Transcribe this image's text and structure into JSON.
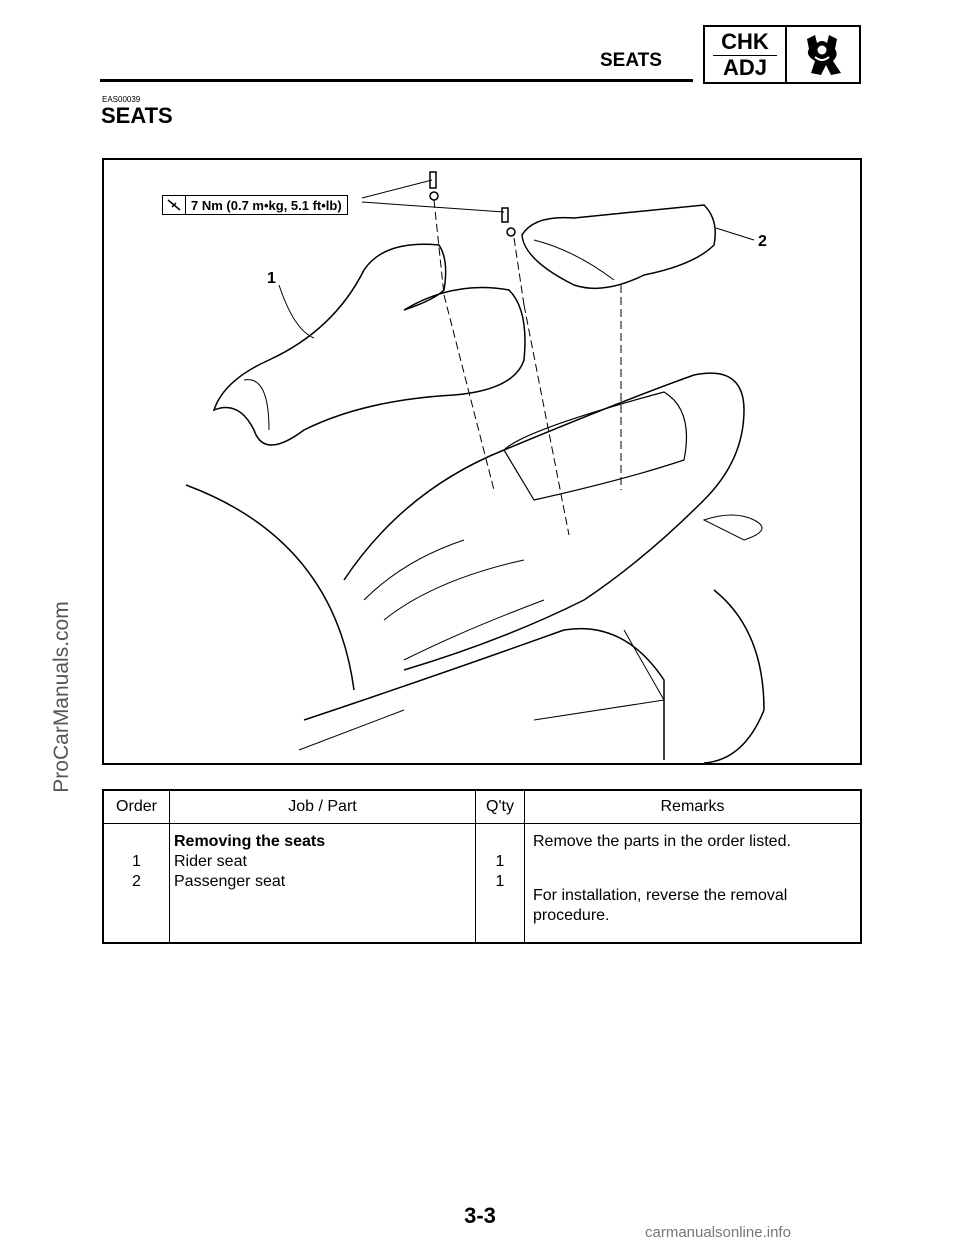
{
  "header": {
    "section": "SEATS",
    "badge_top": "CHK",
    "badge_bottom": "ADJ",
    "badge_icon": "wrench-person-icon"
  },
  "code": "EAS00039",
  "title": "SEATS",
  "figure": {
    "torque": "7 Nm (0.7 m•kg, 5.1 ft•lb)",
    "callouts": [
      "1",
      "2"
    ]
  },
  "table": {
    "headers": [
      "Order",
      "Job / Part",
      "Q'ty",
      "Remarks"
    ],
    "order": [
      "1",
      "2"
    ],
    "job_title": "Removing the seats",
    "parts": [
      "Rider seat",
      "Passenger seat"
    ],
    "qty": [
      "1",
      "1"
    ],
    "remarks": [
      "Remove the parts in the order listed.",
      "For installation, reverse the removal procedure."
    ]
  },
  "page_number": "3-3",
  "watermarks": {
    "left": "ProCarManuals.com",
    "bottom": "carmanualsonline.info"
  }
}
